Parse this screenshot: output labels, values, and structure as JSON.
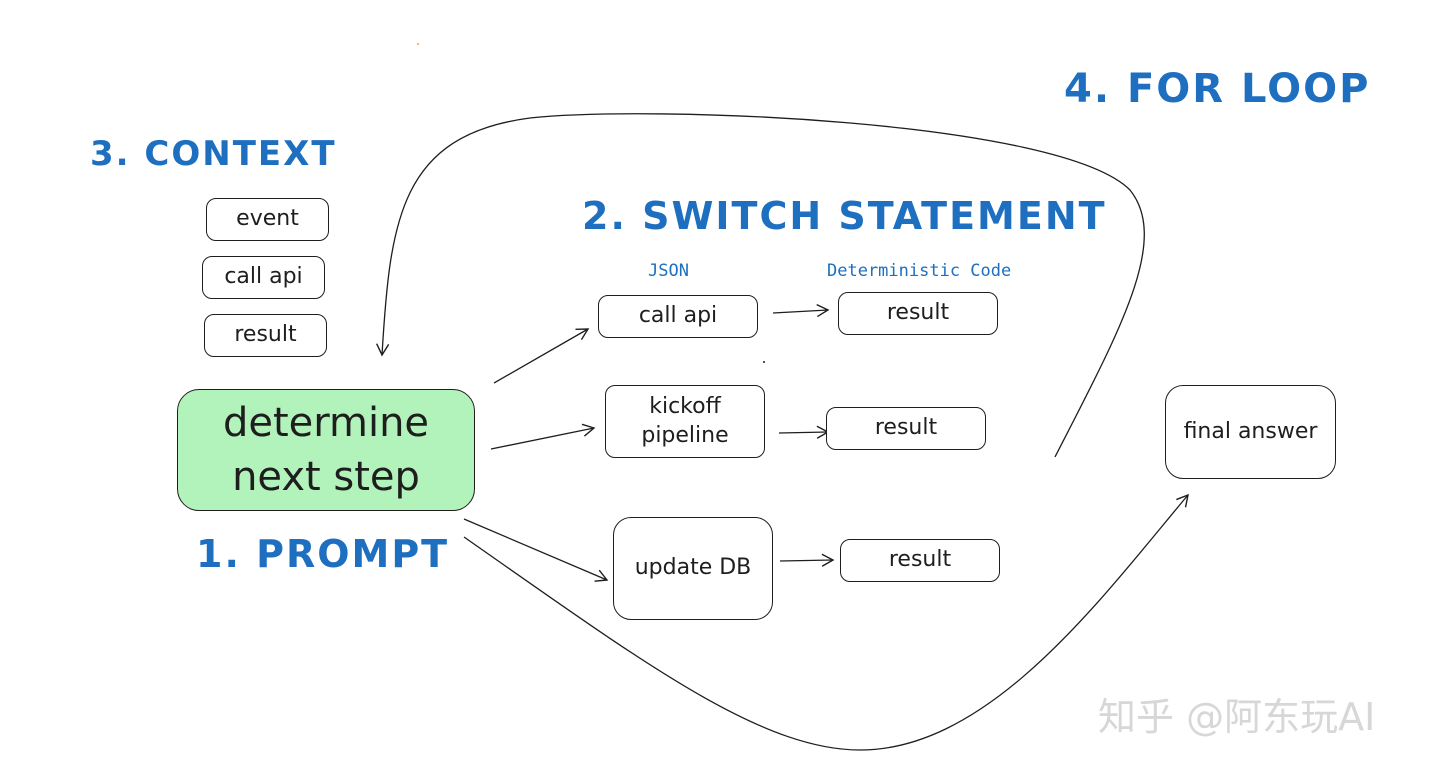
{
  "headings": {
    "context": "3. CONTEXT",
    "for_loop": "4. FOR LOOP",
    "switch": "2. SWITCH STATEMENT",
    "prompt": "1. PROMPT"
  },
  "sublabels": {
    "json": "JSON",
    "deterministic": "Deterministic Code"
  },
  "context_items": [
    "event",
    "call api",
    "result"
  ],
  "prompt_box": {
    "line1": "determine",
    "line2": "next step",
    "fill_color": "#b2f2bb"
  },
  "switch_actions": [
    {
      "line1": "call api",
      "line2": ""
    },
    {
      "line1": "kickoff",
      "line2": "pipeline"
    },
    {
      "line1": "update DB",
      "line2": ""
    }
  ],
  "results": [
    "result",
    "result",
    "result"
  ],
  "final_answer": "final answer",
  "watermark": "知乎 @阿东玩AI",
  "colors": {
    "heading_blue": "#1e6fc0",
    "stroke": "#1e1e1e",
    "prompt_green": "#b2f2bb"
  }
}
